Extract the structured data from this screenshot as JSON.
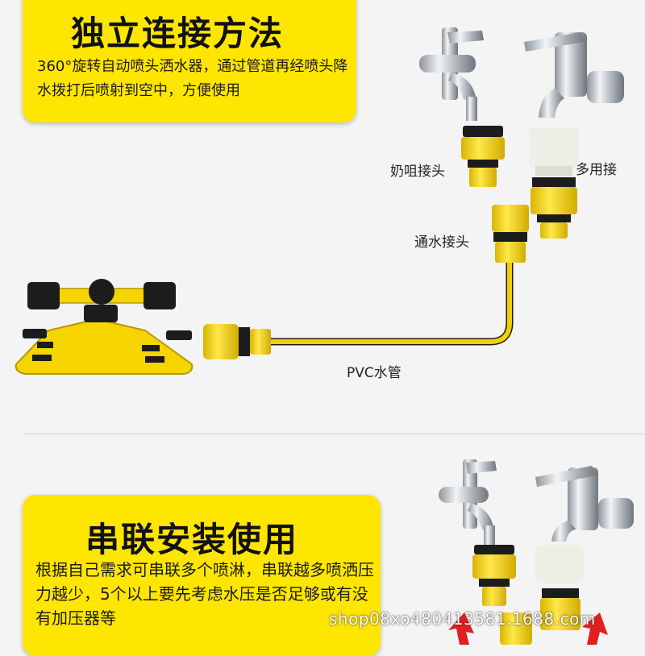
{
  "section1": {
    "title": "独立连接方法",
    "description": "360°旋转自动喷头洒水器，通过管道再经喷头降水拨打后喷射到空中，方便使用"
  },
  "labels": {
    "nipple_connector": "奶咀接头",
    "multi_connector": "多用接",
    "water_connector": "通水接头",
    "pvc_pipe": "PVC水管"
  },
  "section2": {
    "title": "串联安装使用",
    "description": "根据自己需求可串联多个喷淋，串联越多喷洒压力越少，5个以上要先考虑水压是否足够或有没有加压器等"
  },
  "watermark": "shop08xo480413581.1688.com",
  "colors": {
    "accent_yellow": "#ffe600",
    "part_yellow": "#f5d400",
    "part_black": "#1c1c1c",
    "chrome": "#c9ced3",
    "arrow_red": "#e02020"
  },
  "icons": [
    "faucet-icon",
    "faucet-lever-icon",
    "sprinkler-icon",
    "hose-connector-icon",
    "arrow-up-icon"
  ]
}
